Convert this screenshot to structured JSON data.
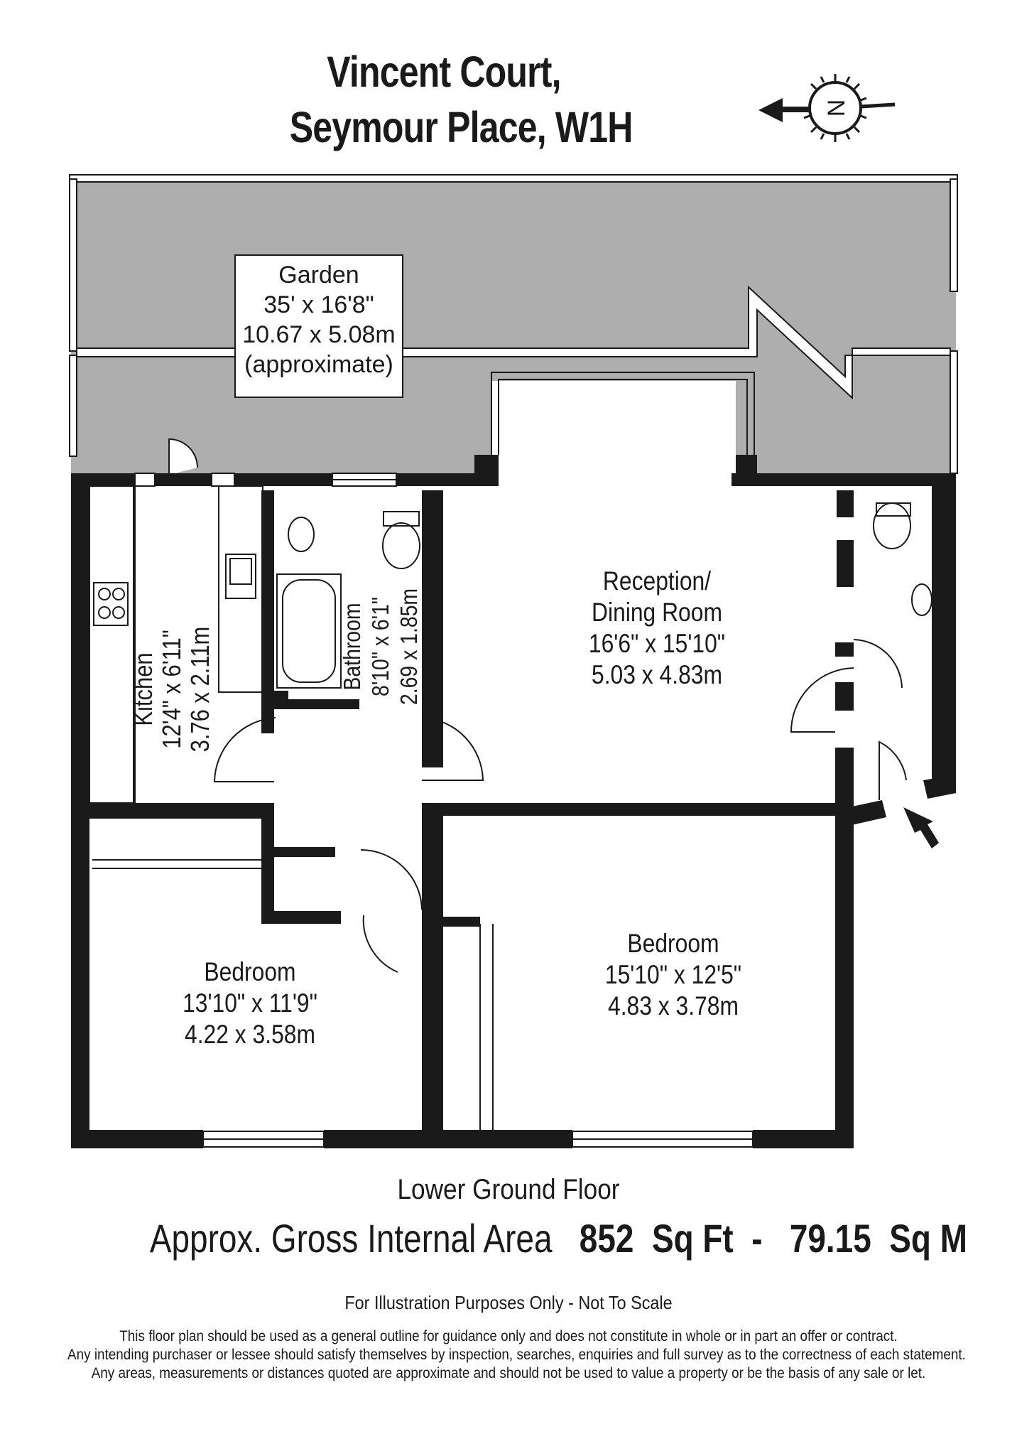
{
  "title": {
    "line1": "Vincent Court,",
    "line2": "Seymour Place, W1H"
  },
  "compass": {
    "letter": "N",
    "icon": "north-arrow-compass-icon"
  },
  "rooms": {
    "garden": {
      "name": "Garden",
      "imperial": "35' x 16'8\"",
      "metric": "10.67 x 5.08m",
      "note": "(approximate)"
    },
    "reception": {
      "name_line1": "Reception/",
      "name_line2": "Dining Room",
      "imperial": "16'6\" x 15'10\"",
      "metric": "5.03 x 4.83m"
    },
    "kitchen": {
      "name": "Kitchen",
      "imperial": "12'4\" x 6'11\"",
      "metric": "3.76 x 2.11m"
    },
    "bathroom": {
      "name": "Bathroom",
      "imperial": "8'10\" x 6'1\"",
      "metric": "2.69 x 1.85m"
    },
    "bedroom1": {
      "name": "Bedroom",
      "imperial": "13'10\" x 11'9\"",
      "metric": "4.22 x 3.58m"
    },
    "bedroom2": {
      "name": "Bedroom",
      "imperial": "15'10\" x 12'5\"",
      "metric": "4.83 x 3.78m"
    }
  },
  "floor_name": "Lower Ground Floor",
  "area": {
    "prefix": "Approx. Gross Internal Area",
    "sqft_value": "852",
    "sqft_unit": "Sq Ft",
    "separator": "-",
    "sqm_value": "79.15",
    "sqm_unit": "Sq M"
  },
  "illustration_note": "For Illustration Purposes Only - Not To Scale",
  "disclaimer": [
    "This floor plan should be used as a general outline for guidance only and does not constitute in whole or in part an offer or contract.",
    "Any intending purchaser or lessee should satisfy themselves by inspection, searches, enquiries and full survey as to the correctness of each statement.",
    "Any areas, measurements or distances quoted are approximate and should not be used to value a property or be the basis of any sale or let."
  ],
  "colors": {
    "wall": "#1a1a1a",
    "garden_fill": "#aeaeae",
    "background": "#ffffff"
  }
}
